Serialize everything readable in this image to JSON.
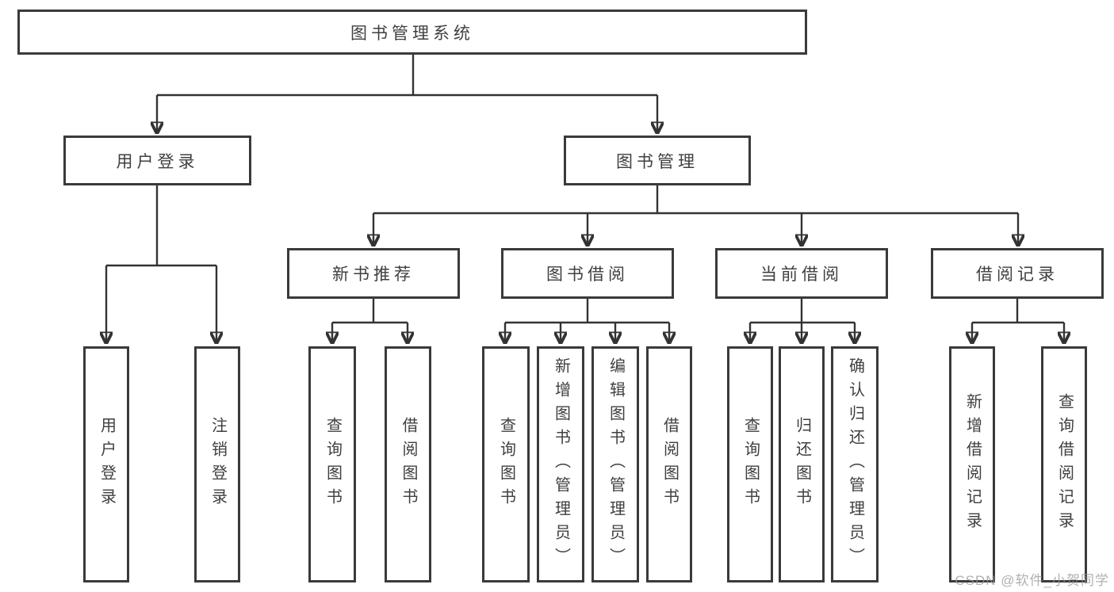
{
  "diagram": {
    "title": "图书管理系统",
    "root": {
      "label": "图书管理系统"
    },
    "level2": [
      {
        "label": "用户登录"
      },
      {
        "label": "图书管理"
      }
    ],
    "level3": [
      {
        "label": "新书推荐",
        "parent": "图书管理"
      },
      {
        "label": "图书借阅",
        "parent": "图书管理"
      },
      {
        "label": "当前借阅",
        "parent": "图书管理"
      },
      {
        "label": "借阅记录",
        "parent": "图书管理"
      }
    ],
    "leaves": [
      {
        "label": "用户登录",
        "parent": "用户登录"
      },
      {
        "label": "注销登录",
        "parent": "用户登录"
      },
      {
        "label": "查询图书",
        "parent": "新书推荐"
      },
      {
        "label": "借阅图书",
        "parent": "新书推荐"
      },
      {
        "label": "查询图书",
        "parent": "图书借阅"
      },
      {
        "label": "新增图书（管理员）",
        "parent": "图书借阅"
      },
      {
        "label": "编辑图书（管理员）",
        "parent": "图书借阅"
      },
      {
        "label": "借阅图书",
        "parent": "图书借阅"
      },
      {
        "label": "查询图书",
        "parent": "当前借阅"
      },
      {
        "label": "归还图书",
        "parent": "当前借阅"
      },
      {
        "label": "确认归还（管理员）",
        "parent": "当前借阅"
      },
      {
        "label": "新增借阅记录",
        "parent": "借阅记录"
      },
      {
        "label": "查询借阅记录",
        "parent": "借阅记录"
      }
    ]
  },
  "watermark": {
    "text": "CSDN @软件_小贺同学"
  },
  "colors": {
    "background": "#ffffff",
    "box_border": "#3a3a3a",
    "line": "#333333",
    "text": "#3f3f3f",
    "watermark": "#969696"
  }
}
